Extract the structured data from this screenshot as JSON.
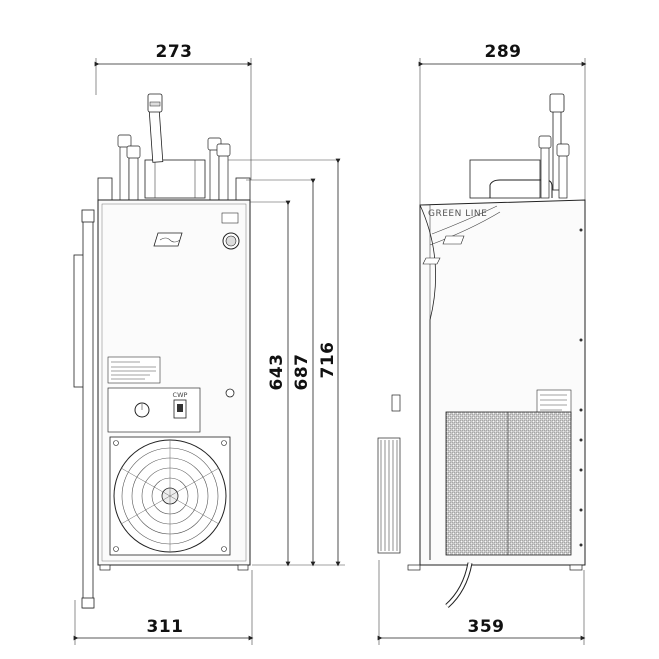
{
  "dimensions": {
    "front_top_width": "273",
    "front_bottom_width": "311",
    "side_top_width": "289",
    "side_bottom_width": "359",
    "height_body": "643",
    "height_fittings": "687",
    "height_total": "716"
  },
  "front_view": {
    "switch_label": "CWP"
  },
  "side_view": {
    "brand_text": "GREEN LINE"
  }
}
